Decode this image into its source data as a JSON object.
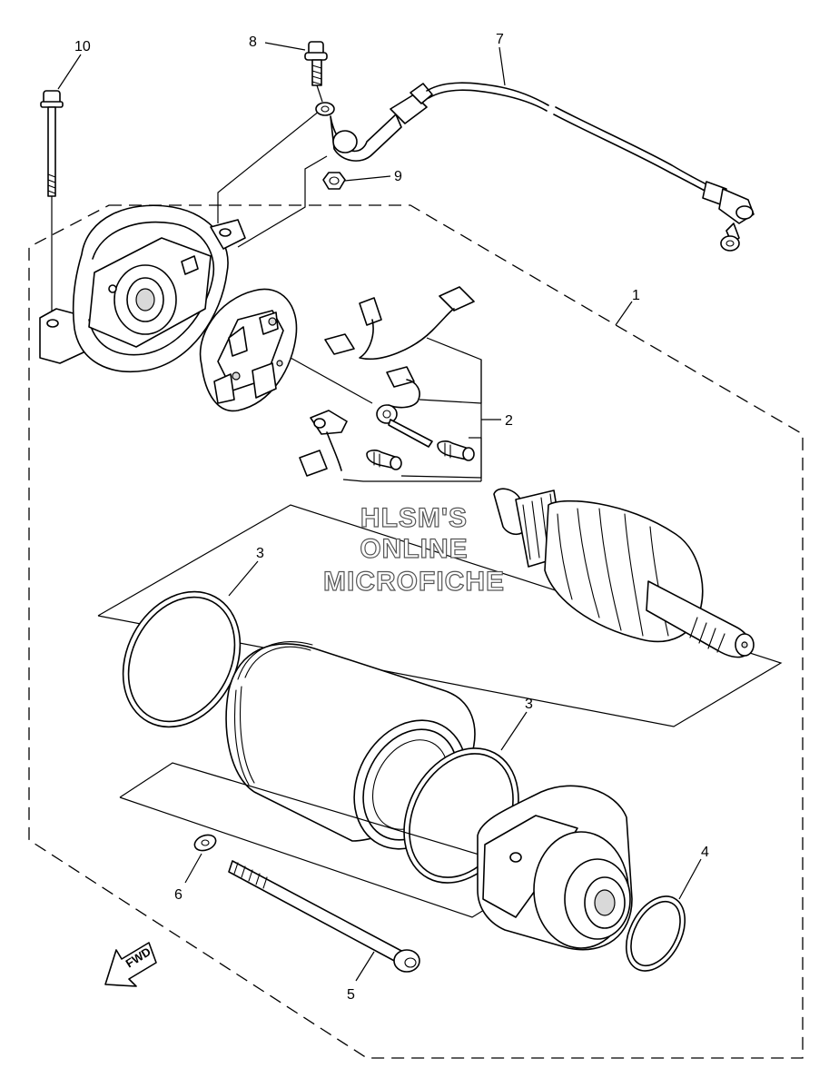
{
  "callouts": {
    "c1": "1",
    "c2": "2",
    "c3a": "3",
    "c3b": "3",
    "c4": "4",
    "c5": "5",
    "c6": "6",
    "c7": "7",
    "c8": "8",
    "c9": "9",
    "c10": "10"
  },
  "watermark": {
    "line1": "HLSM'S",
    "line2": "ONLINE",
    "line3": "MICROFICHE"
  },
  "direction_arrow": {
    "label": "FWD"
  }
}
